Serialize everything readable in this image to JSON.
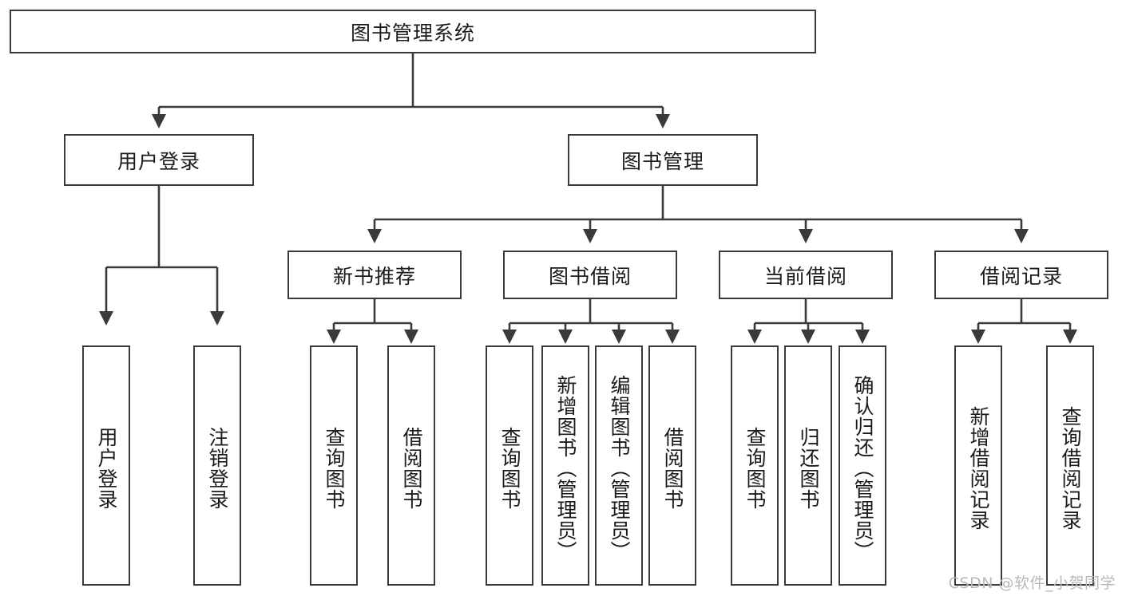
{
  "diagram": {
    "title": "图书管理系统",
    "watermark": "CSDN @软件_小贺同学",
    "line_color": "#3a3a3a",
    "box_border_color": "#3a3a3a",
    "background": "#ffffff",
    "text_color": "#1b1b1b",
    "root": {
      "label": "图书管理系统"
    },
    "level2": [
      {
        "label": "用户登录"
      },
      {
        "label": "图书管理"
      }
    ],
    "level3": [
      {
        "label": "新书推荐"
      },
      {
        "label": "图书借阅"
      },
      {
        "label": "当前借阅"
      },
      {
        "label": "借阅记录"
      }
    ],
    "leaves": {
      "user_login": [
        {
          "label": "用户登录"
        },
        {
          "label": "注销登录"
        }
      ],
      "new_book_recommend": [
        {
          "label": "查询图书"
        },
        {
          "label": "借阅图书"
        }
      ],
      "book_borrow": [
        {
          "label": "查询图书"
        },
        {
          "label": "新增图书（管理员）"
        },
        {
          "label": "编辑图书（管理员）"
        },
        {
          "label": "借阅图书"
        }
      ],
      "current_borrow": [
        {
          "label": "查询图书"
        },
        {
          "label": "归还图书"
        },
        {
          "label": "确认归还（管理员）"
        }
      ],
      "borrow_record": [
        {
          "label": "新增借阅记录"
        },
        {
          "label": "查询借阅记录"
        }
      ]
    }
  }
}
